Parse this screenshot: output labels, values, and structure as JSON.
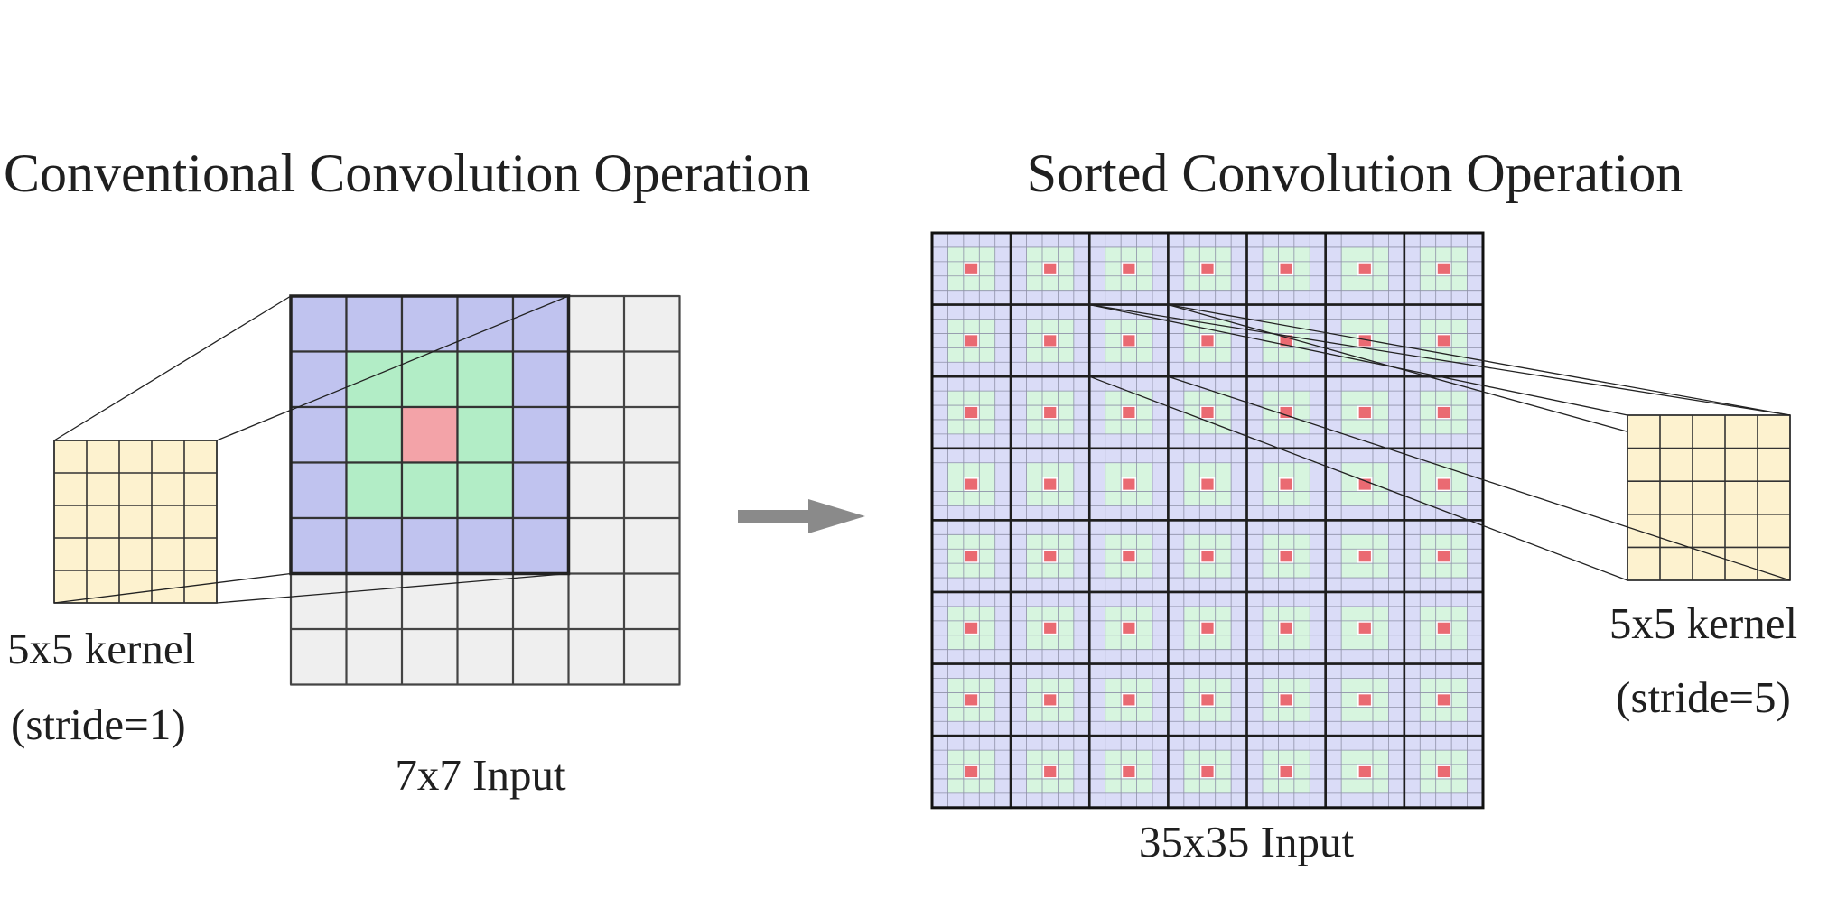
{
  "titles": {
    "left": "Conventional Convolution Operation",
    "right": "Sorted Convolution Operation"
  },
  "labels": {
    "left_kernel": "5x5 kernel",
    "left_stride": "(stride=1)",
    "left_input": "7x7 Input",
    "right_input": "35x35 Input",
    "right_kernel": "5x5 kernel",
    "right_stride": "(stride=5)"
  },
  "colors": {
    "kernel": "#fdf2cf",
    "input": "#efefef",
    "outer_ring": "#c0c3ef",
    "inner_ring": "#b2edc6",
    "center": "#f3a3a8",
    "sub_outer": "#dadcf7",
    "sub_inner": "#d7f5df",
    "sub_center": "#ea6a72",
    "arrow": "#8a8a8a"
  },
  "grids": {
    "kernel_size": 5,
    "left_input_size": 7,
    "right_input_size": 35,
    "right_stride": 5
  }
}
